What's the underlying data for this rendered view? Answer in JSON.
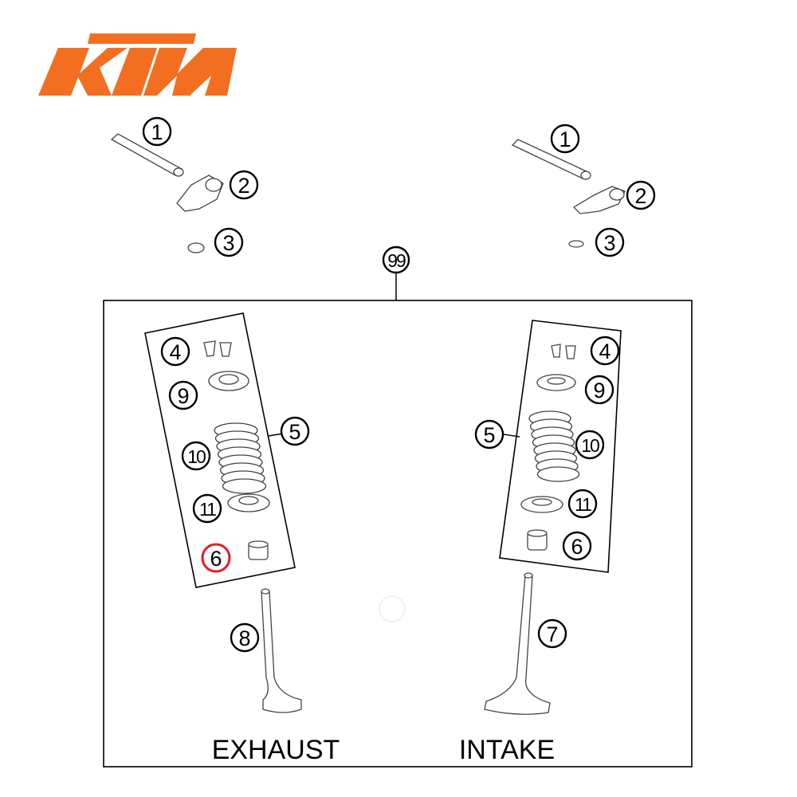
{
  "logo": {
    "text": "KTM",
    "color": "#f26f21"
  },
  "diagram": {
    "group_label": "99",
    "captions": {
      "exhaust": "EXHAUST",
      "intake": "INTAKE"
    },
    "highlight_color": "#e31e24",
    "highlighted_callout": "6",
    "callouts": [
      {
        "id": "left-1",
        "label": "1"
      },
      {
        "id": "left-2",
        "label": "2"
      },
      {
        "id": "left-3",
        "label": "3"
      },
      {
        "id": "right-1",
        "label": "1"
      },
      {
        "id": "right-2",
        "label": "2"
      },
      {
        "id": "right-3",
        "label": "3"
      },
      {
        "id": "exhaust-4",
        "label": "4"
      },
      {
        "id": "exhaust-9",
        "label": "9"
      },
      {
        "id": "exhaust-5",
        "label": "5"
      },
      {
        "id": "exhaust-10",
        "label": "10"
      },
      {
        "id": "exhaust-11",
        "label": "11"
      },
      {
        "id": "exhaust-6",
        "label": "6"
      },
      {
        "id": "intake-4",
        "label": "4"
      },
      {
        "id": "intake-9",
        "label": "9"
      },
      {
        "id": "intake-5",
        "label": "5"
      },
      {
        "id": "intake-10",
        "label": "10"
      },
      {
        "id": "intake-11",
        "label": "11"
      },
      {
        "id": "intake-6",
        "label": "6"
      },
      {
        "id": "exhaust-8",
        "label": "8"
      },
      {
        "id": "intake-7",
        "label": "7"
      }
    ]
  }
}
